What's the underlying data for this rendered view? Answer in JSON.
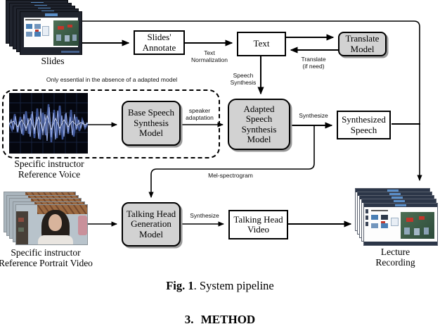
{
  "figure": {
    "nodes": {
      "slides_annotate": "Slides'\nAnnotate",
      "text": "Text",
      "translate_model": "Translate\nModel",
      "base_speech_model": "Base Speech\nSynthesis\nModel",
      "adapted_speech_model": "Adapted\nSpeech\nSynthesis\nModel",
      "synthesized_speech": "Synthesized\nSpeech",
      "talking_head_generation_model": "Talking Head\nGeneration\nModel",
      "talking_head_video": "Talking Head\nVideo"
    },
    "edge_labels": {
      "text_normalization": "Text\nNormalization",
      "translate_if_need": "Translate\n(if need)",
      "speech_synthesis": "Speech\nSynthesis",
      "speaker_adaptation": "speaker\nadaptation",
      "synthesize_speech": "Synthesize",
      "synthesize_video": "Synthesize",
      "mel_spectrogram": "Mel-spectrogram"
    },
    "notes": {
      "only_essential": "Only essential in the absence of a adapted model"
    },
    "artifacts": {
      "slides": "Slides",
      "reference_voice": "Specific instructor\nReference Voice",
      "reference_portrait": "Specific instructor\nReference Portrait Video",
      "lecture_recording": "Lecture\nRecording"
    },
    "caption": {
      "label": "Fig. 1",
      "rest": ". System pipeline"
    },
    "section": {
      "number": "3.",
      "title": "METHOD"
    },
    "colors": {
      "model_fill": "#d2d2d2",
      "io_fill": "#ffffff",
      "border": "#000000",
      "shadow": "#9a9a9a",
      "slide_accent_blue": "#5b8fc9",
      "waveform_blue": "#8fa3dd"
    }
  }
}
